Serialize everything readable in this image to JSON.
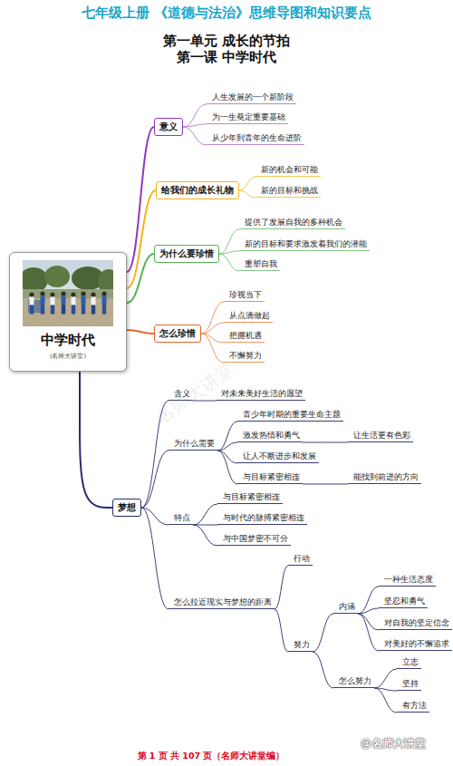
{
  "diagram": {
    "title": "七年级上册 《道德与法治》思维导图和知识要点",
    "nodes": [
      {
        "text": [
          "中学时代",
          "(名师大讲堂)"
        ]
      },
      {
        "text": [
          "意义"
        ]
      },
      {
        "text": [
          "人生发展的一个新阶段"
        ]
      },
      {
        "text": [
          "为一生奠定重要基础"
        ]
      },
      {
        "text": [
          "从少年到青年的生命进阶"
        ]
      },
      {
        "text": [
          "给我们的成长礼物"
        ]
      },
      {
        "text": [
          "新的机会和可能"
        ]
      },
      {
        "text": [
          "新的目标和挑战"
        ]
      },
      {
        "text": [
          "为什么要珍惜"
        ]
      },
      {
        "text": [
          "提供了发展自我的多种机会"
        ]
      },
      {
        "text": [
          "新的目标和要求激发着我们的潜能"
        ]
      },
      {
        "text": [
          "重塑自我"
        ]
      },
      {
        "text": [
          "怎么珍惜"
        ]
      },
      {
        "text": [
          "珍视当下"
        ]
      },
      {
        "text": [
          "从点滴做起"
        ]
      },
      {
        "text": [
          "把握机遇"
        ]
      },
      {
        "text": [
          "不懈努力"
        ]
      },
      {
        "text": [
          "梦想"
        ]
      },
      {
        "text": [
          "含义"
        ]
      },
      {
        "text": [
          "对未来美好生活的愿望"
        ]
      },
      {
        "text": [
          "为什么需要"
        ]
      },
      {
        "text": [
          "青少年时期的重要生命主题"
        ]
      },
      {
        "text": [
          "激发热情和勇气"
        ]
      },
      {
        "text": [
          "让生活更有色彩"
        ]
      },
      {
        "text": [
          "让人不断进步和发展"
        ]
      },
      {
        "text": [
          "与目标紧密相连"
        ]
      },
      {
        "text": [
          "能找到前进的方向"
        ]
      },
      {
        "text": [
          "特点"
        ]
      },
      {
        "text": [
          "与目标紧密相连"
        ]
      },
      {
        "text": [
          "与时代的脉搏紧密相连"
        ]
      },
      {
        "text": [
          "与中国梦密不可分"
        ]
      },
      {
        "text": [
          "怎么拉近现实与梦想的距离"
        ]
      },
      {
        "text": [
          "行动"
        ]
      },
      {
        "text": [
          "努力"
        ]
      },
      {
        "text": [
          "内涵"
        ]
      },
      {
        "text": [
          "一种生活态度"
        ]
      },
      {
        "text": [
          "坚忍和勇气"
        ]
      },
      {
        "text": [
          "对自我的坚定信念"
        ]
      },
      {
        "text": [
          "对美好的不懈追求"
        ]
      },
      {
        "text": [
          "怎么努力"
        ]
      },
      {
        "text": [
          "立志"
        ]
      },
      {
        "text": [
          "坚持"
        ]
      },
      {
        "text": [
          "有方法"
        ]
      }
    ],
    "edges": [
      {
        "from": 0,
        "to": 1,
        "arrow": "none"
      },
      {
        "from": 1,
        "to": 2,
        "arrow": "none"
      },
      {
        "from": 1,
        "to": 3,
        "arrow": "none"
      },
      {
        "from": 1,
        "to": 4,
        "arrow": "none"
      },
      {
        "from": 0,
        "to": 5,
        "arrow": "none"
      },
      {
        "from": 5,
        "to": 6,
        "arrow": "none"
      },
      {
        "from": 5,
        "to": 7,
        "arrow": "none"
      },
      {
        "from": 0,
        "to": 8,
        "arrow": "none"
      },
      {
        "from": 8,
        "to": 9,
        "arrow": "none"
      },
      {
        "from": 8,
        "to": 10,
        "arrow": "none"
      },
      {
        "from": 8,
        "to": 11,
        "arrow": "none"
      },
      {
        "from": 0,
        "to": 12,
        "arrow": "none"
      },
      {
        "from": 12,
        "to": 13,
        "arrow": "none"
      },
      {
        "from": 12,
        "to": 14,
        "arrow": "none"
      },
      {
        "from": 12,
        "to": 15,
        "arrow": "none"
      },
      {
        "from": 12,
        "to": 16,
        "arrow": "none"
      },
      {
        "from": 0,
        "to": 17,
        "arrow": "none"
      },
      {
        "from": 17,
        "to": 18,
        "arrow": "none"
      },
      {
        "from": 18,
        "to": 19,
        "arrow": "none"
      },
      {
        "from": 17,
        "to": 20,
        "arrow": "none"
      },
      {
        "from": 20,
        "to": 21,
        "arrow": "none"
      },
      {
        "from": 20,
        "to": 22,
        "arrow": "none"
      },
      {
        "from": 22,
        "to": 23,
        "arrow": "none"
      },
      {
        "from": 20,
        "to": 24,
        "arrow": "none"
      },
      {
        "from": 20,
        "to": 25,
        "arrow": "none"
      },
      {
        "from": 25,
        "to": 26,
        "arrow": "none"
      },
      {
        "from": 17,
        "to": 27,
        "arrow": "none"
      },
      {
        "from": 27,
        "to": 28,
        "arrow": "none"
      },
      {
        "from": 27,
        "to": 29,
        "arrow": "none"
      },
      {
        "from": 27,
        "to": 30,
        "arrow": "none"
      },
      {
        "from": 17,
        "to": 31,
        "arrow": "none"
      },
      {
        "from": 31,
        "to": 32,
        "arrow": "none"
      },
      {
        "from": 31,
        "to": 33,
        "arrow": "none"
      },
      {
        "from": 33,
        "to": 34,
        "arrow": "none"
      },
      {
        "from": 34,
        "to": 35,
        "arrow": "none"
      },
      {
        "from": 34,
        "to": 36,
        "arrow": "none"
      },
      {
        "from": 34,
        "to": 37,
        "arrow": "none"
      },
      {
        "from": 34,
        "to": 38,
        "arrow": "none"
      },
      {
        "from": 33,
        "to": 39,
        "arrow": "none"
      },
      {
        "from": 39,
        "to": 40,
        "arrow": "none"
      },
      {
        "from": 39,
        "to": 41,
        "arrow": "none"
      },
      {
        "from": 39,
        "to": 42,
        "arrow": "none"
      }
    ],
    "labels": [
      "第一单元 成长的节拍",
      "第一课 中学时代",
      "名师大讲堂",
      "@名师大讲堂",
      "第 1 页 共 107 页（名师大讲堂编）"
    ]
  }
}
